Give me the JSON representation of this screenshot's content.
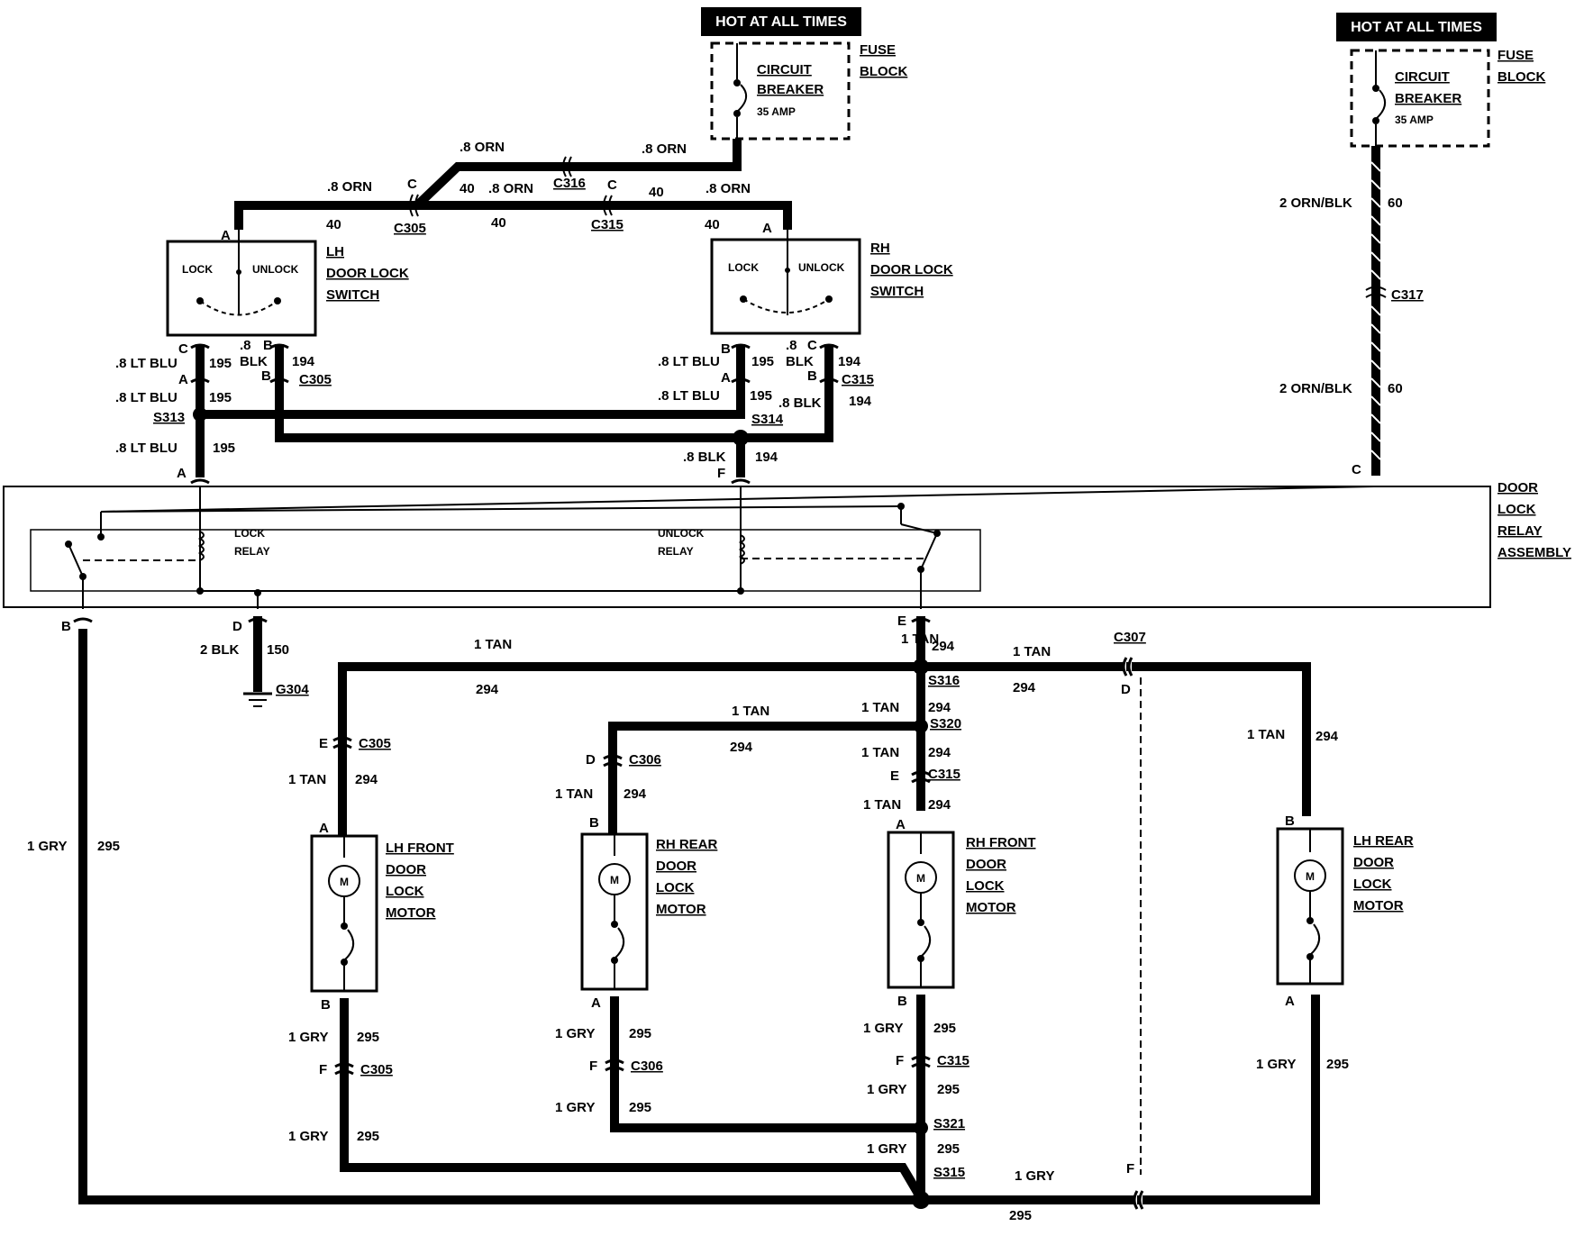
{
  "hot_labels": {
    "left": "HOT AT ALL TIMES",
    "right": "HOT AT ALL TIMES"
  },
  "fuse_block": {
    "left": {
      "l1": "FUSE",
      "l2": "BLOCK",
      "cb1": "CIRCUIT",
      "cb2": "BREAKER",
      "amp": "35 AMP"
    },
    "right": {
      "l1": "FUSE",
      "l2": "BLOCK",
      "cb1": "CIRCUIT",
      "cb2": "BREAKER",
      "amp": "35 AMP"
    }
  },
  "switches": {
    "lh": {
      "n1": "LH",
      "n2": "DOOR LOCK",
      "n3": "SWITCH",
      "lock": "LOCK",
      "unlock": "UNLOCK"
    },
    "rh": {
      "n1": "RH",
      "n2": "DOOR LOCK",
      "n3": "SWITCH",
      "lock": "LOCK",
      "unlock": "UNLOCK"
    }
  },
  "relay": {
    "n1": "DOOR",
    "n2": "LOCK",
    "n3": "RELAY",
    "n4": "ASSEMBLY",
    "lock1": "LOCK",
    "lock2": "RELAY",
    "unlock1": "UNLOCK",
    "unlock2": "RELAY"
  },
  "motors": {
    "lhf": {
      "n1": "LH FRONT",
      "n2": "DOOR",
      "n3": "LOCK",
      "n4": "MOTOR",
      "m": "M"
    },
    "rhr": {
      "n1": "RH REAR",
      "n2": "DOOR",
      "n3": "LOCK",
      "n4": "MOTOR",
      "m": "M"
    },
    "rhf": {
      "n1": "RH FRONT",
      "n2": "DOOR",
      "n3": "LOCK",
      "n4": "MOTOR",
      "m": "M"
    },
    "lhr": {
      "n1": "LH REAR",
      "n2": "DOOR",
      "n3": "LOCK",
      "n4": "MOTOR",
      "m": "M"
    }
  },
  "wires": {
    "orn8": ".8 ORN",
    "c40": "40",
    "ltblu8": ".8 LT BLU",
    "c195": "195",
    "blk8": ".8 BLK",
    "blk8_1": ".8",
    "blk8_2": "BLK",
    "c194": "194",
    "ornblk2": "2 ORN/BLK",
    "c60": "60",
    "blk2": "2 BLK",
    "c150": "150",
    "tan1": "1 TAN",
    "c294": "294",
    "gry1": "1 GRY",
    "c295": "295"
  },
  "connectors": {
    "c305": "C305",
    "c306": "C306",
    "c307": "C307",
    "c315": "C315",
    "c316": "C316",
    "c317": "C317",
    "s313": "S313",
    "s314": "S314",
    "s315": "S315",
    "s316": "S316",
    "s320": "S320",
    "s321": "S321",
    "g304": "G304"
  },
  "pins": {
    "a": "A",
    "b": "B",
    "c": "C",
    "d": "D",
    "e": "E",
    "f": "F"
  }
}
